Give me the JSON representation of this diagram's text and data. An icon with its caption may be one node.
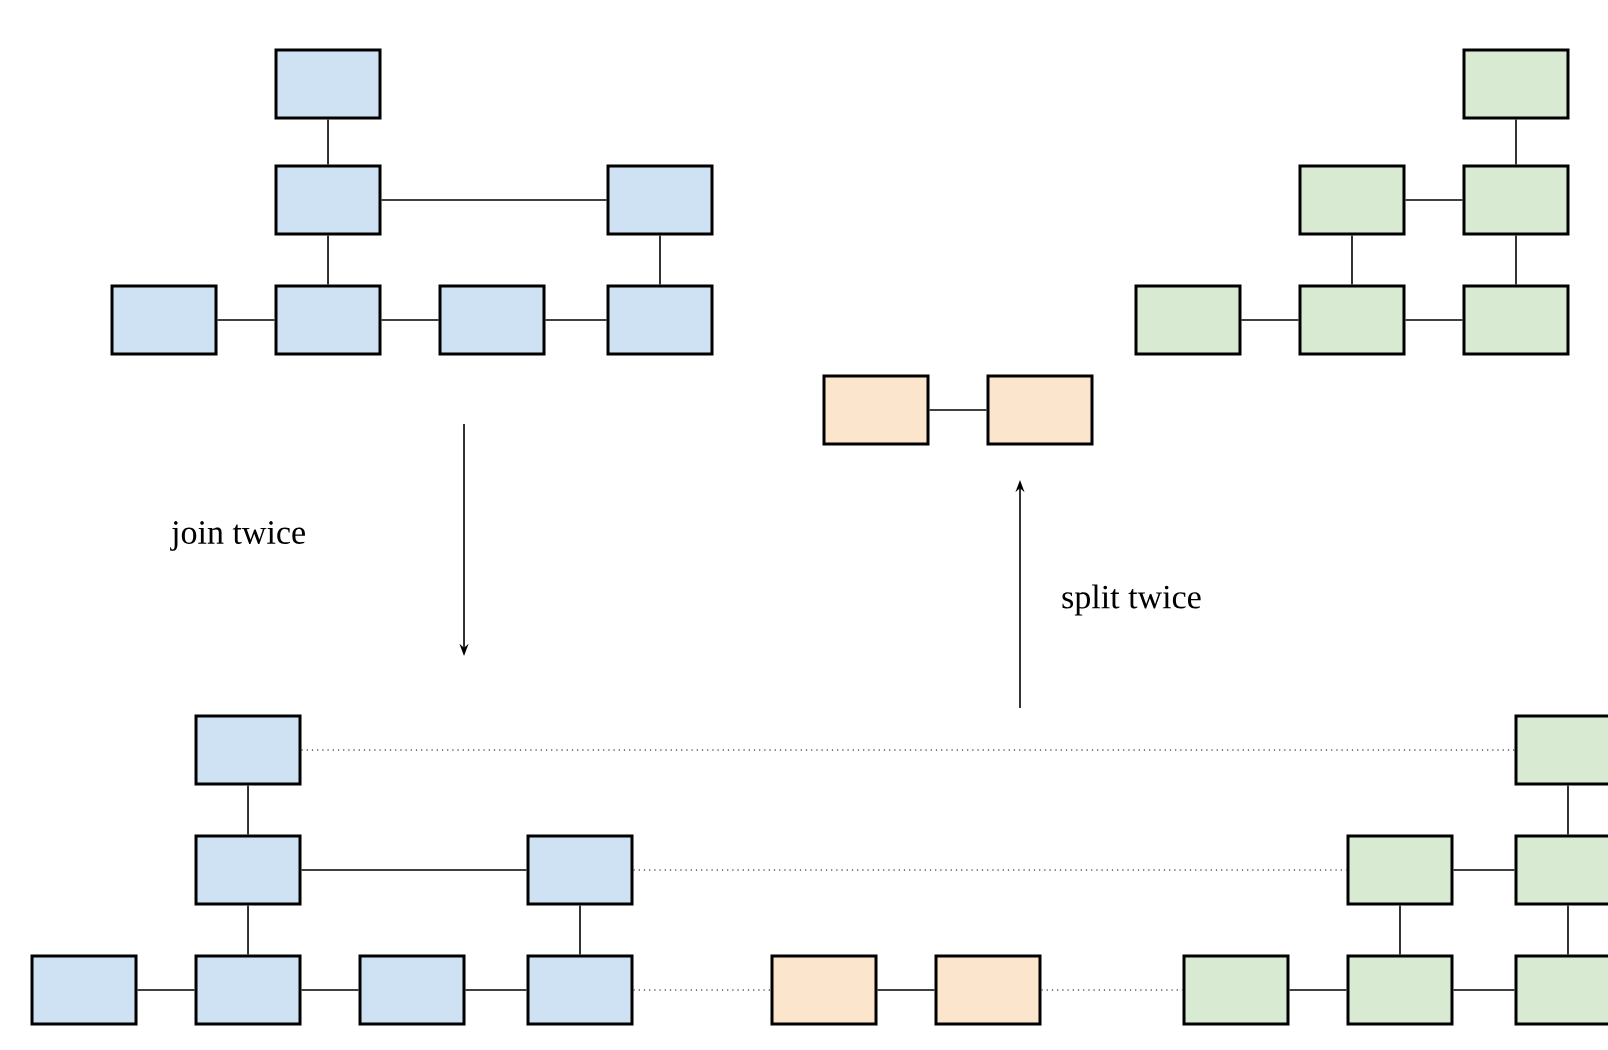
{
  "diagram": {
    "nodes": [
      {
        "text": [],
        "shape": "box"
      },
      {
        "text": [],
        "shape": "box"
      },
      {
        "text": [],
        "shape": "box"
      },
      {
        "text": [],
        "shape": "box"
      },
      {
        "text": [],
        "shape": "box"
      },
      {
        "text": [],
        "shape": "box"
      },
      {
        "text": [],
        "shape": "box"
      },
      {
        "text": [],
        "shape": "box"
      },
      {
        "text": [],
        "shape": "box"
      },
      {
        "text": [],
        "shape": "box"
      },
      {
        "text": [],
        "shape": "box"
      },
      {
        "text": [],
        "shape": "box"
      },
      {
        "text": [],
        "shape": "box"
      },
      {
        "text": [],
        "shape": "box"
      },
      {
        "text": [],
        "shape": "box"
      },
      {
        "text": [],
        "shape": "box"
      },
      {
        "text": [],
        "shape": "box"
      },
      {
        "text": [],
        "shape": "box"
      },
      {
        "text": [],
        "shape": "box"
      },
      {
        "text": [],
        "shape": "box"
      },
      {
        "text": [],
        "shape": "box"
      },
      {
        "text": [],
        "shape": "box"
      },
      {
        "text": [],
        "shape": "box"
      },
      {
        "text": [],
        "shape": "box"
      },
      {
        "text": [],
        "shape": "box"
      },
      {
        "text": [],
        "shape": "box"
      },
      {
        "text": [],
        "shape": "box"
      },
      {
        "text": [],
        "shape": "box"
      },
      {
        "text": [],
        "shape": "box"
      },
      {
        "text": [],
        "shape": "box"
      }
    ],
    "edges": [
      {
        "from": 0,
        "to": 2,
        "arrow": "none"
      },
      {
        "from": 2,
        "to": 3,
        "arrow": "none"
      },
      {
        "from": 2,
        "to": 5,
        "arrow": "none"
      },
      {
        "from": 3,
        "to": 7,
        "arrow": "none"
      },
      {
        "from": 4,
        "to": 5,
        "arrow": "none"
      },
      {
        "from": 5,
        "to": 6,
        "arrow": "none"
      },
      {
        "from": 6,
        "to": 7,
        "arrow": "none"
      },
      {
        "from": 1,
        "to": 9,
        "arrow": "none"
      },
      {
        "from": 8,
        "to": 9,
        "arrow": "none"
      },
      {
        "from": 8,
        "to": 11,
        "arrow": "none"
      },
      {
        "from": 9,
        "to": 12,
        "arrow": "none"
      },
      {
        "from": 10,
        "to": 11,
        "arrow": "none"
      },
      {
        "from": 11,
        "to": 12,
        "arrow": "none"
      },
      {
        "from": 13,
        "to": 14,
        "arrow": "none"
      },
      {
        "from": 15,
        "to": 16,
        "arrow": "none"
      },
      {
        "from": 16,
        "to": 17,
        "arrow": "none"
      },
      {
        "from": 16,
        "to": 19,
        "arrow": "none"
      },
      {
        "from": 17,
        "to": 21,
        "arrow": "none"
      },
      {
        "from": 18,
        "to": 19,
        "arrow": "none"
      },
      {
        "from": 19,
        "to": 20,
        "arrow": "none"
      },
      {
        "from": 20,
        "to": 21,
        "arrow": "none"
      },
      {
        "from": 22,
        "to": 23,
        "arrow": "none"
      },
      {
        "from": 24,
        "to": 26,
        "arrow": "none"
      },
      {
        "from": 25,
        "to": 26,
        "arrow": "none"
      },
      {
        "from": 25,
        "to": 28,
        "arrow": "none"
      },
      {
        "from": 26,
        "to": 29,
        "arrow": "none"
      },
      {
        "from": 27,
        "to": 28,
        "arrow": "none"
      },
      {
        "from": 28,
        "to": 29,
        "arrow": "none"
      },
      {
        "from": 15,
        "to": 24,
        "arrow": "none",
        "style": "dashed"
      },
      {
        "from": 17,
        "to": 25,
        "arrow": "none",
        "style": "dashed"
      },
      {
        "from": 21,
        "to": 22,
        "arrow": "none",
        "style": "dashed"
      },
      {
        "from": 23,
        "to": 27,
        "arrow": "none",
        "style": "dashed"
      }
    ],
    "labels": [
      "join twice",
      "split twice"
    ]
  }
}
